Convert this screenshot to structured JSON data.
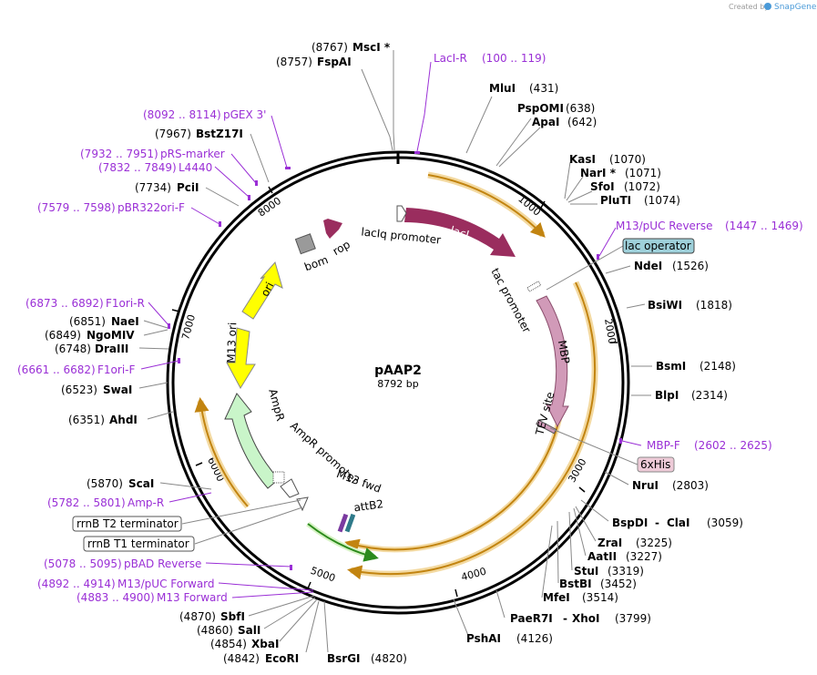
{
  "app": {
    "credit_prefix": "Created by",
    "credit_brand": "SnapGene"
  },
  "plasmid": {
    "name": "pAAP2",
    "length_label": "8792 bp"
  },
  "ticks": [
    "1000",
    "2000",
    "3000",
    "4000",
    "5000",
    "6000",
    "7000",
    "8000"
  ],
  "sites": [
    {
      "name": "MscI *",
      "pos": "(8767)"
    },
    {
      "name": "FspAI",
      "pos": "(8757)"
    },
    {
      "name": "MluI",
      "pos": "(431)"
    },
    {
      "name": "PspOMI",
      "pos": "(638)"
    },
    {
      "name": "ApaI",
      "pos": "(642)"
    },
    {
      "name": "KasI",
      "pos": "(1070)"
    },
    {
      "name": "NarI *",
      "pos": "(1071)"
    },
    {
      "name": "SfoI",
      "pos": "(1072)"
    },
    {
      "name": "PluTI",
      "pos": "(1074)"
    },
    {
      "name": "NdeI",
      "pos": "(1526)"
    },
    {
      "name": "BsiWI",
      "pos": "(1818)"
    },
    {
      "name": "BsmI",
      "pos": "(2148)"
    },
    {
      "name": "BlpI",
      "pos": "(2314)"
    },
    {
      "name": "NruI",
      "pos": "(2803)"
    },
    {
      "name": "BspDI",
      "pos": "(3059)"
    },
    {
      "name": "ClaI",
      "pos": ""
    },
    {
      "name": "ZraI",
      "pos": "(3225)"
    },
    {
      "name": "AatII",
      "pos": "(3227)"
    },
    {
      "name": "StuI",
      "pos": "(3319)"
    },
    {
      "name": "BstBI",
      "pos": "(3452)"
    },
    {
      "name": "MfeI",
      "pos": "(3514)"
    },
    {
      "name": "PaeR7I",
      "pos": ""
    },
    {
      "name": "XhoI",
      "pos": "(3799)"
    },
    {
      "name": "PshAI",
      "pos": "(4126)"
    },
    {
      "name": "BsrGI",
      "pos": "(4820)"
    },
    {
      "name": "EcoRI",
      "pos": "(4842)"
    },
    {
      "name": "XbaI",
      "pos": "(4854)"
    },
    {
      "name": "SalI",
      "pos": "(4860)"
    },
    {
      "name": "SbfI",
      "pos": "(4870)"
    },
    {
      "name": "ScaI",
      "pos": "(5870)"
    },
    {
      "name": "AhdI",
      "pos": "(6351)"
    },
    {
      "name": "SwaI",
      "pos": "(6523)"
    },
    {
      "name": "DraIII",
      "pos": "(6748)"
    },
    {
      "name": "NgoMIV",
      "pos": "(6849)"
    },
    {
      "name": "NaeI",
      "pos": "(6851)"
    },
    {
      "name": "PciI",
      "pos": "(7734)"
    },
    {
      "name": "BstZ17I",
      "pos": "(7967)"
    }
  ],
  "primers": [
    {
      "name": "LacI-R",
      "range": "(100 .. 119)"
    },
    {
      "name": "M13/pUC Reverse",
      "range": "(1447 .. 1469)"
    },
    {
      "name": "MBP-F",
      "range": "(2602 .. 2625)"
    },
    {
      "name": "pBAD Reverse",
      "range": "(5078 .. 5095)"
    },
    {
      "name": "M13/pUC Forward",
      "range": "(4892 .. 4914)"
    },
    {
      "name": "M13 Forward",
      "range": "(4883 .. 4900)"
    },
    {
      "name": "Amp-R",
      "range": "(5782 .. 5801)"
    },
    {
      "name": "F1ori-F",
      "range": "(6661 .. 6682)"
    },
    {
      "name": "F1ori-R",
      "range": "(6873 .. 6892)"
    },
    {
      "name": "pBR322ori-F",
      "range": "(7579 .. 7598)"
    },
    {
      "name": "L4440",
      "range": "(7832 .. 7849)"
    },
    {
      "name": "pRS-marker",
      "range": "(7932 .. 7951)"
    },
    {
      "name": "pGEX 3'",
      "range": "(8092 .. 8114)"
    }
  ],
  "features": {
    "lacI": "lacI",
    "lacIq_promoter": "lacIq promoter",
    "tac_promoter": "tac promoter",
    "mbp": "MBP",
    "tev_site": "TEV site",
    "ampr": "AmpR",
    "ampr_promoter": "AmpR promoter",
    "m13_ori": "M13 ori",
    "ori": "ori",
    "bom": "bom",
    "rop": "rop",
    "m13_fwd": "M13 fwd",
    "attb2": "attB2"
  },
  "boxed_labels": {
    "lac_operator": "lac operator",
    "six_his": "6xHis",
    "rrnb_t2": "rrnB T2 terminator",
    "rrnb_t1": "rrnB T1 terminator"
  },
  "colors": {
    "primer": "#9a2fd6",
    "lacI": "#9a2d5e",
    "mbp": "#d19ab8",
    "ori": "#ffff00",
    "ampr": "#c9f5c9",
    "orf": "#f0a830",
    "attb2": "#5cc044",
    "lac_operator": "#9ed0da",
    "six_his": "#eecbd8"
  }
}
